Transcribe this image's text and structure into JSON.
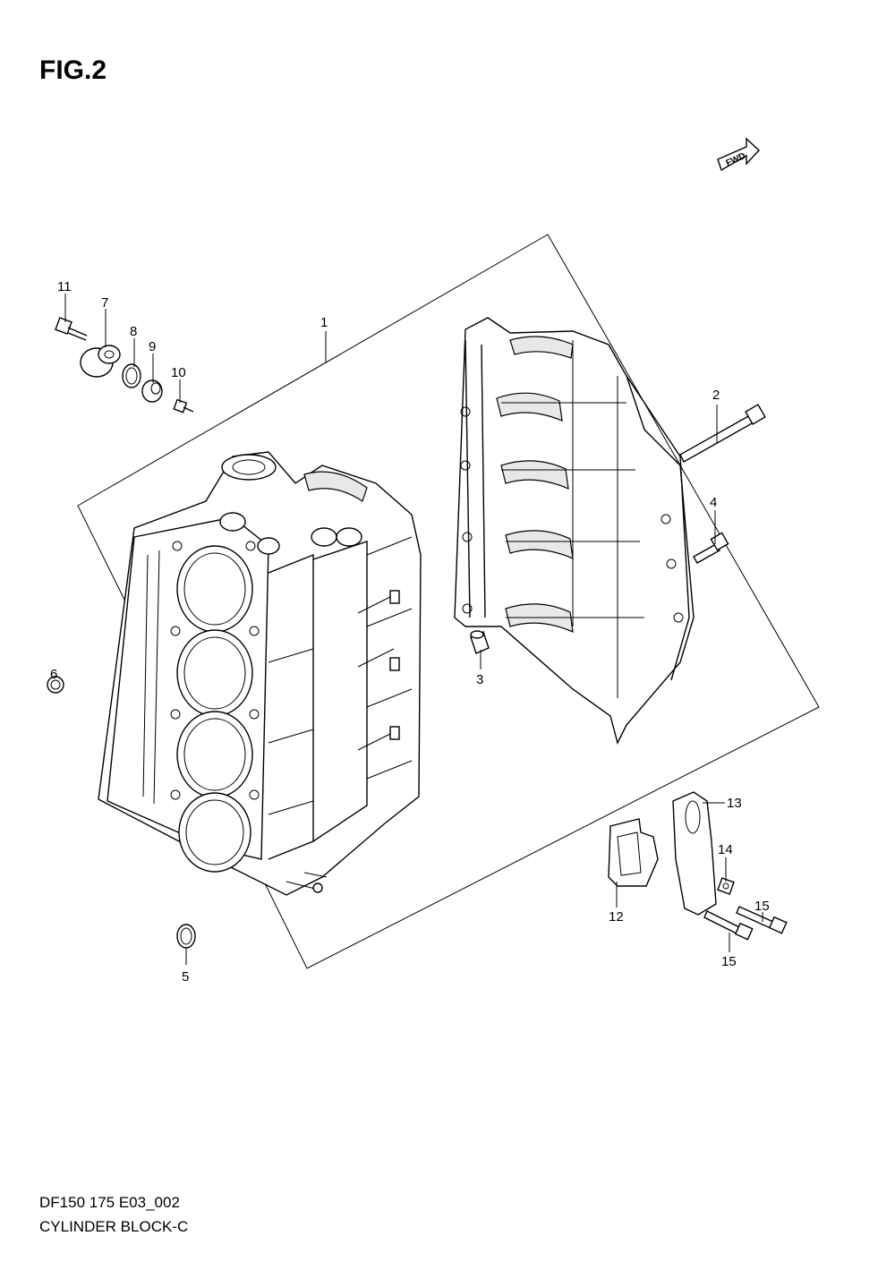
{
  "figure": {
    "title": "FIG.2",
    "footer_code": "DF150 175 E03_002",
    "footer_name": "CYLINDER BLOCK-C"
  },
  "fwd_badge": {
    "label": "FWD"
  },
  "callouts": [
    {
      "id": "c1",
      "label": "1"
    },
    {
      "id": "c2",
      "label": "2"
    },
    {
      "id": "c3",
      "label": "3"
    },
    {
      "id": "c4",
      "label": "4"
    },
    {
      "id": "c5",
      "label": "5"
    },
    {
      "id": "c6",
      "label": "6"
    },
    {
      "id": "c7",
      "label": "7"
    },
    {
      "id": "c8",
      "label": "8"
    },
    {
      "id": "c9",
      "label": "9"
    },
    {
      "id": "c10",
      "label": "10"
    },
    {
      "id": "c11",
      "label": "11"
    },
    {
      "id": "c12",
      "label": "12"
    },
    {
      "id": "c13",
      "label": "13"
    },
    {
      "id": "c14",
      "label": "14"
    },
    {
      "id": "c15a",
      "label": "15"
    },
    {
      "id": "c15b",
      "label": "15"
    }
  ]
}
